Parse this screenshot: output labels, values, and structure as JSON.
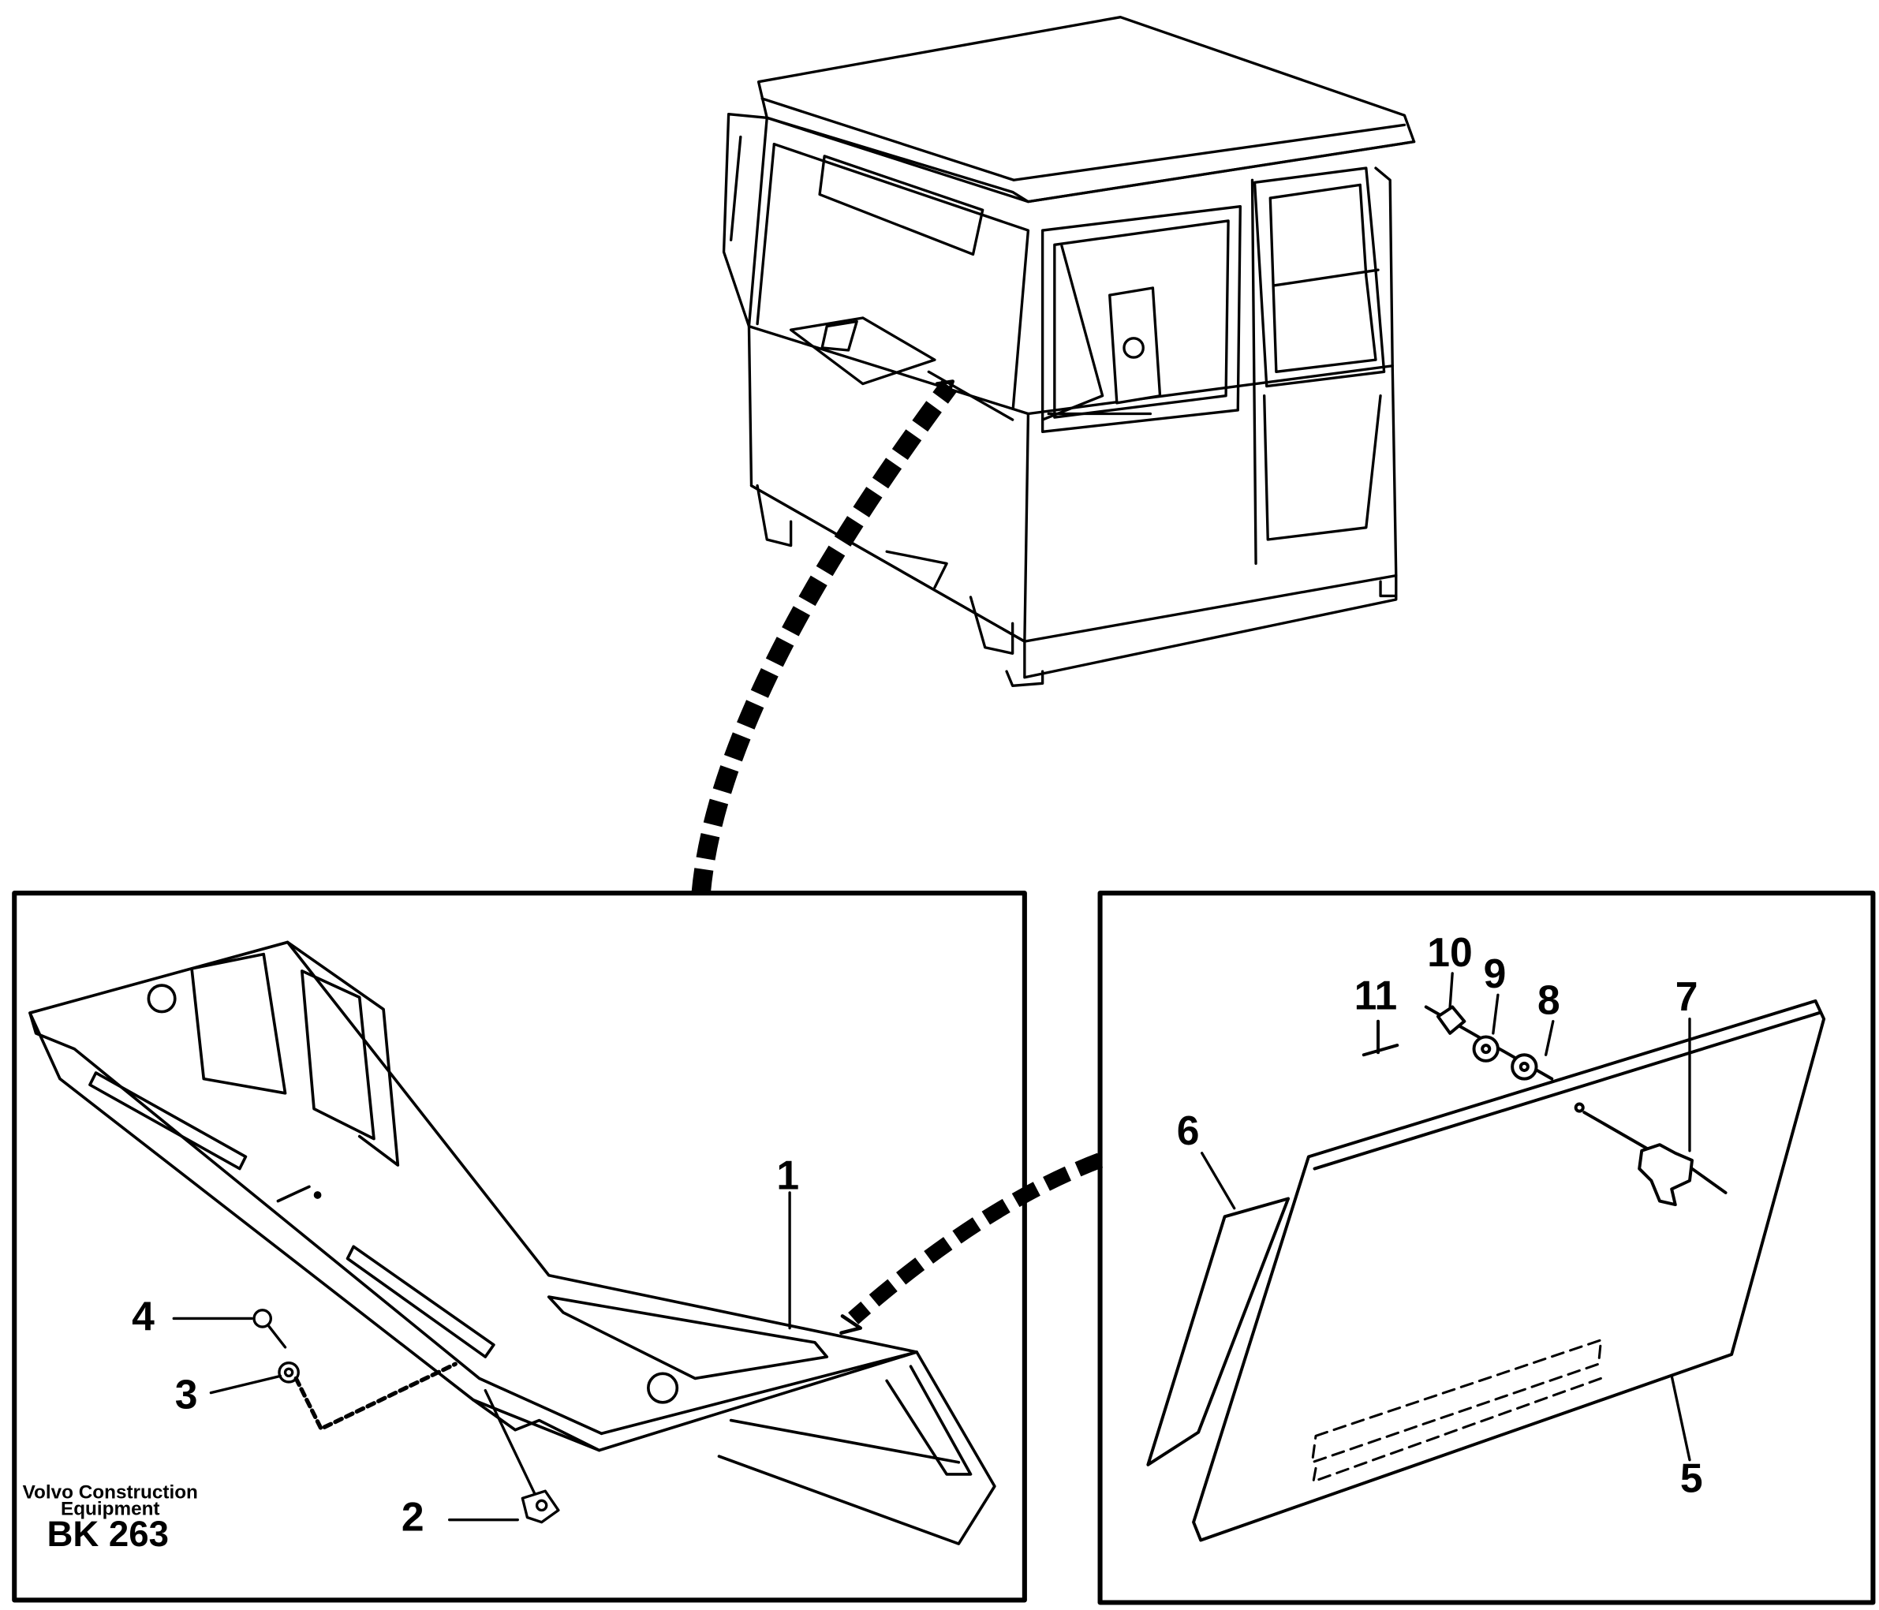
{
  "callouts": [
    "1",
    "2",
    "3",
    "4",
    "5",
    "6",
    "7",
    "8",
    "9",
    "10",
    "11"
  ],
  "manufacturer": {
    "line1": "Volvo Construction",
    "line2": "Equipment"
  },
  "figure_code": "BK 263"
}
